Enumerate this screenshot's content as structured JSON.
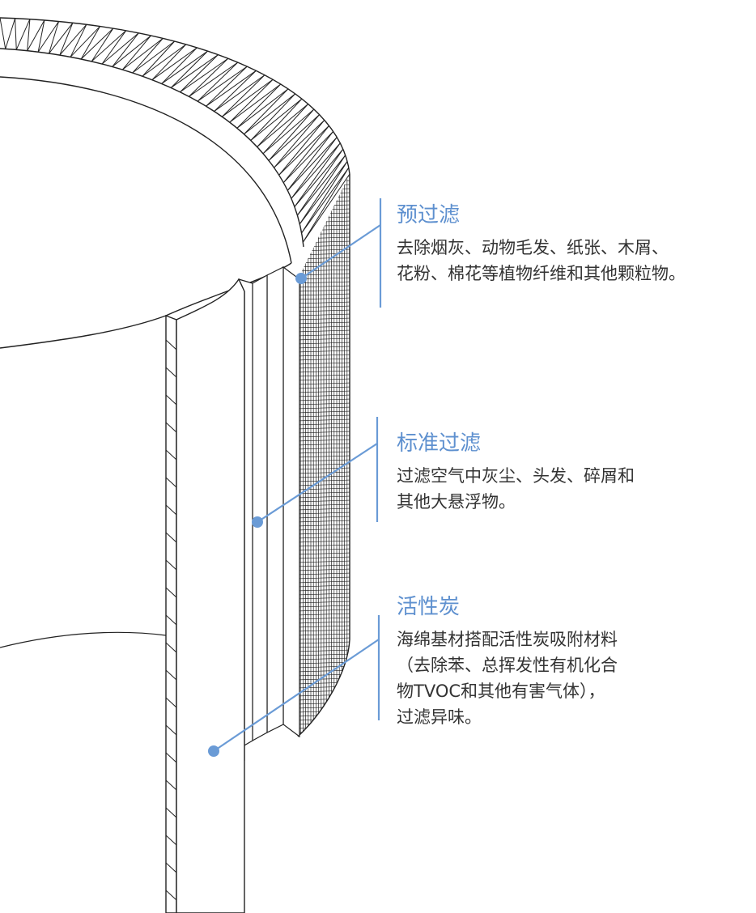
{
  "accent_color": "#6a9bd6",
  "callouts": [
    {
      "title": "预过滤",
      "lines": [
        "去除烟灰、动物毛发、纸张、木屑、",
        "花粉、棉花等植物纤维和其他颗粒物。"
      ]
    },
    {
      "title": "标准过滤",
      "lines": [
        "过滤空气中灰尘、头发、碎屑和",
        "其他大悬浮物。"
      ]
    },
    {
      "title": "活性炭",
      "lines": [
        "海绵基材搭配活性炭吸附材料",
        "（去除苯、总挥发性有机化合",
        "物TVOC和其他有害气体），",
        "过滤异味。"
      ]
    }
  ]
}
